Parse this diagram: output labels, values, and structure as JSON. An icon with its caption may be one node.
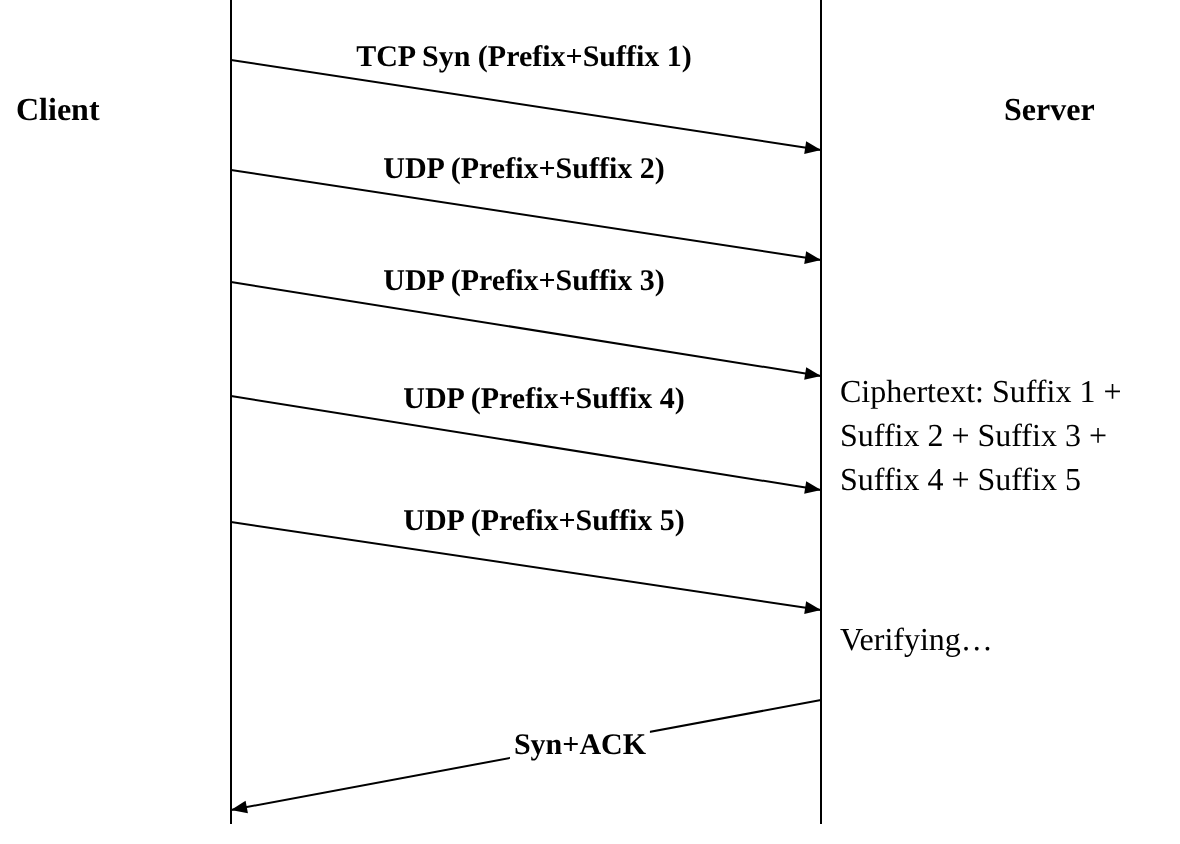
{
  "diagram": {
    "nodes": [
      {
        "text": [
          "Client"
        ]
      },
      {
        "text": [
          "Server"
        ]
      },
      {
        "text": [],
        "shape": "bar"
      },
      {
        "text": [],
        "shape": "bar"
      }
    ],
    "edges": [
      {
        "from": 2,
        "to": 3,
        "arrow": "to",
        "label": "TCP Syn (Prefix+Suffix 1)"
      },
      {
        "from": 2,
        "to": 3,
        "arrow": "to",
        "label": "UDP (Prefix+Suffix 2)"
      },
      {
        "from": 2,
        "to": 3,
        "arrow": "to",
        "label": "UDP (Prefix+Suffix 3)"
      },
      {
        "from": 2,
        "to": 3,
        "arrow": "to",
        "label": "UDP (Prefix+Suffix 4)"
      },
      {
        "from": 2,
        "to": 3,
        "arrow": "to",
        "label": "UDP (Prefix+Suffix 5)"
      },
      {
        "from": 3,
        "to": 2,
        "arrow": "to",
        "label": "Syn+ACK"
      }
    ],
    "labels": [
      "Ciphertext: Suffix 1 + Suffix 2 + Suffix 3 + Suffix 4 + Suffix 5",
      "Verifying…"
    ]
  }
}
